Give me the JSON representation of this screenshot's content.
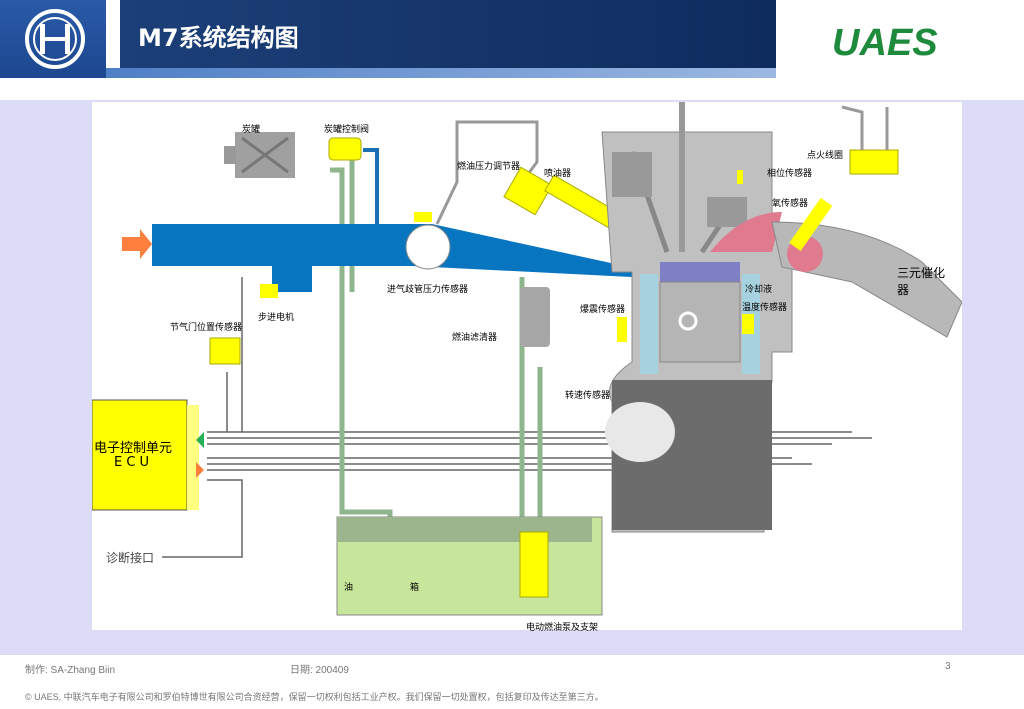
{
  "header": {
    "title": "M7系统结构图",
    "brand": "UAES",
    "brand_color": "#1e8a3c",
    "accent": "#1c3f78"
  },
  "diagram": {
    "labels": {
      "canister": "炭罐",
      "canister_valve": "炭罐控制阀",
      "fuel_pressure_regulator": "燃油压力调节器",
      "injector": "喷油器",
      "map_sensor": "进气歧管压力传感器",
      "stepper_motor": "步进电机",
      "throttle_sensor": "节气门位置传感器",
      "fuel_filter": "燃油滤清器",
      "knock_sensor": "爆震传感器",
      "speed_sensor": "转速传感器",
      "phase_sensor": "相位传感器",
      "oxygen_sensor": "氧传感器",
      "ignition_coil": "点火线圈",
      "catalyst": "三元催化器",
      "coolant": "冷却液",
      "temp_sensor": "温度传感器",
      "tank_1": "油",
      "tank_2": "箱",
      "fuel_pump": "电动燃油泵及支架",
      "ecu_line1": "电子控制单元",
      "ecu_line2": "E C U",
      "diagnosis": "诊断接口"
    }
  },
  "footer": {
    "author": "制作: SA-Zhang Biin",
    "date": "日期: 200409",
    "page": "3",
    "copyright": "© UAES, 中联汽车电子有限公司和罗伯特博世有限公司合资经营，保留一切权利包括工业产权。我们保留一切处置权，包括复印及传达至第三方。"
  }
}
